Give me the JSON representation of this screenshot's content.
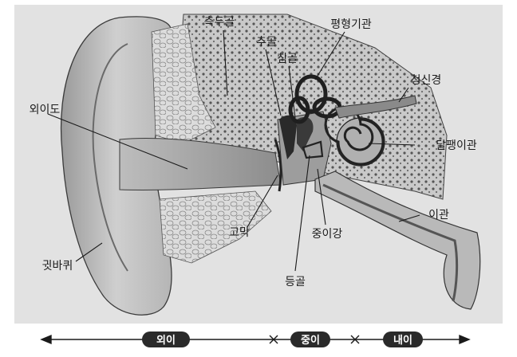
{
  "labels": {
    "temporal_bone": "측두골",
    "malleus": "추골",
    "incus": "침골",
    "semicircular_canals": "평형기관",
    "vestibulocochlear_nerve": "청신경",
    "ear_canal": "외이도",
    "cochlea": "달팽이관",
    "eustachian_tube": "이관",
    "eardrum": "고막",
    "middle_ear_cavity": "중이강",
    "pinna": "귓바퀴",
    "stapes": "등골"
  },
  "regions": {
    "outer": "외이",
    "middle": "중이",
    "inner": "내이"
  }
}
